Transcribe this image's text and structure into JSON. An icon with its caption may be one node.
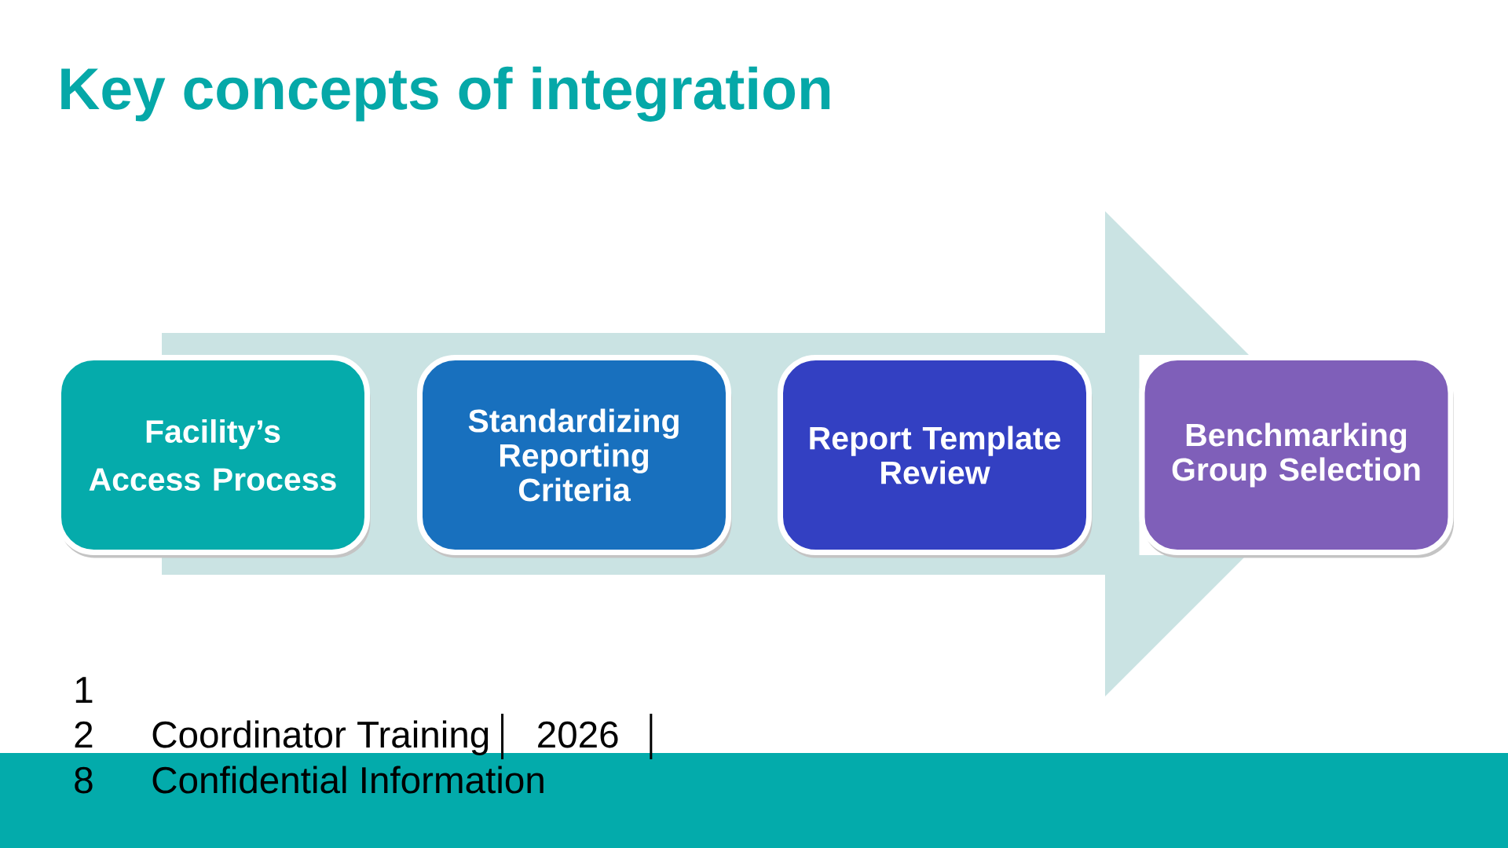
{
  "diagram": {
    "title": "Key concepts of integration",
    "nodes": [
      {
        "text": [
          "Facility’s Access Process"
        ]
      },
      {
        "text": [
          "Standardizing Reporting Criteria"
        ]
      },
      {
        "text": [
          "Report Template Review"
        ]
      },
      {
        "text": [
          "Benchmarking Group Selection"
        ]
      }
    ],
    "labels": [
      "1",
      "2",
      "Coordinator Training",
      "2026",
      "8",
      "Confidential Information"
    ]
  }
}
